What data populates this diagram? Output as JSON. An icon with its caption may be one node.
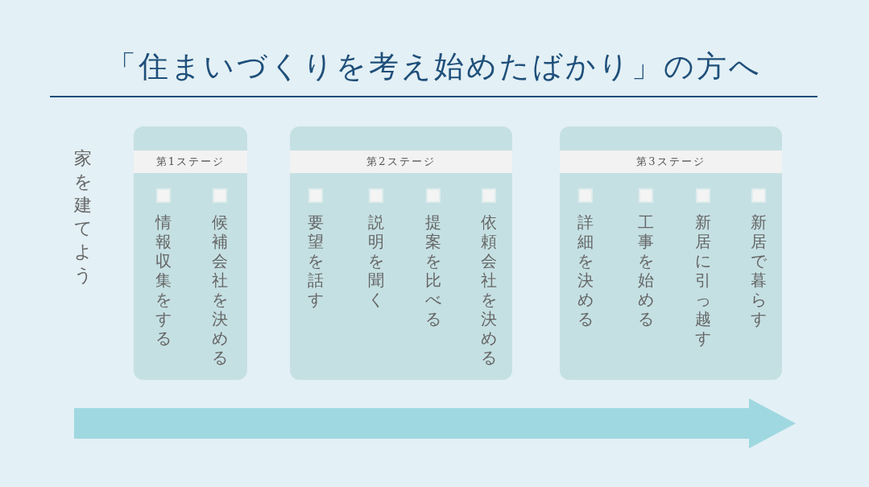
{
  "diagram": {
    "title": "「住まいづくりを考え始めたばかり」の方へ",
    "nodes": [
      {
        "text": [
          "第1ステージ"
        ]
      },
      {
        "text": [
          "情報収集をする"
        ],
        "in": 0
      },
      {
        "text": [
          "候補会社を決める"
        ],
        "in": 0
      },
      {
        "text": [
          "第2ステージ"
        ]
      },
      {
        "text": [
          "要望を話す"
        ],
        "in": 3
      },
      {
        "text": [
          "説明を聞く"
        ],
        "in": 3
      },
      {
        "text": [
          "提案を比べる"
        ],
        "in": 3
      },
      {
        "text": [
          "依頼会社を決める"
        ],
        "in": 3
      },
      {
        "text": [
          "第3ステージ"
        ]
      },
      {
        "text": [
          "詳細を決める"
        ],
        "in": 8
      },
      {
        "text": [
          "工事を始める"
        ],
        "in": 8
      },
      {
        "text": [
          "新居に引っ越す"
        ],
        "in": 8
      },
      {
        "text": [
          "新居で暮らす"
        ],
        "in": 8
      }
    ],
    "edges": [],
    "labels": [
      "家を建てよう"
    ]
  }
}
